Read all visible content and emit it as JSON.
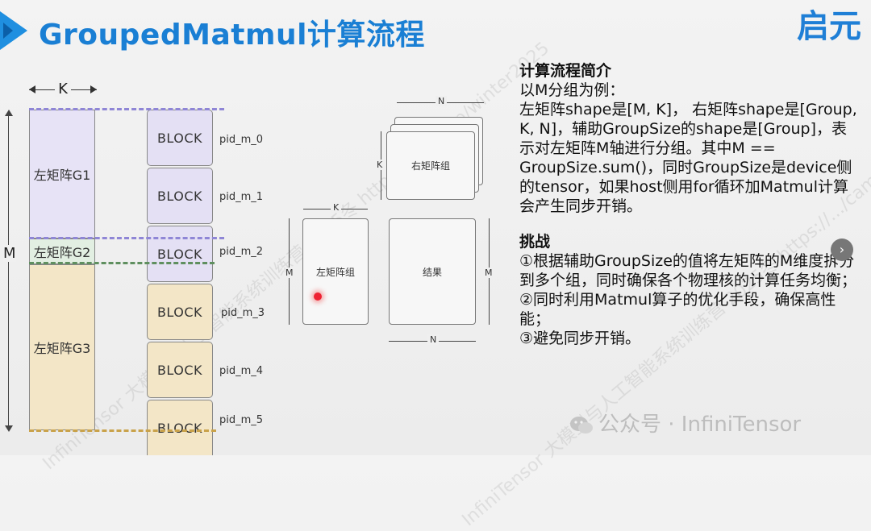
{
  "title": "GroupedMatmul计算流程",
  "logo": "启元",
  "watermarks": [
    "InfiniTensor 大模型与人工智能系统训练营 2025冬 https://.../camp/winter2025"
  ],
  "left_diagram": {
    "k_label": "K",
    "m_label": "M",
    "groups": [
      {
        "label": "左矩阵G1",
        "color": "#e7e3f6"
      },
      {
        "label": "左矩阵G2",
        "color": "#e2efe2"
      },
      {
        "label": "左矩阵G3",
        "color": "#f3e6c7"
      }
    ],
    "blocks": [
      {
        "label": "BLOCK",
        "pid": "pid_m_0",
        "color": "#e4e0f4"
      },
      {
        "label": "BLOCK",
        "pid": "pid_m_1",
        "color": "#e4e0f4"
      },
      {
        "label": "BLOCK",
        "pid": "pid_m_2",
        "color": "#e4e0f4"
      },
      {
        "label": "BLOCK",
        "pid": "pid_m_3",
        "color": "#f3e6c7"
      },
      {
        "label": "BLOCK",
        "pid": "pid_m_4",
        "color": "#f3e6c7"
      },
      {
        "label": "BLOCK",
        "pid": "pid_m_5",
        "color": "#f3e6c7"
      }
    ],
    "dash_colors": {
      "purple": "#8f86d6",
      "green": "#5f8f5f",
      "gold": "#c9a24a"
    }
  },
  "mid_diagram": {
    "n_top": "N",
    "k_right": "K",
    "right_matrix": "右矩阵组",
    "k_left": "K",
    "m_left": "M",
    "left_matrix": "左矩阵组",
    "result": "结果",
    "m_right": "M",
    "n_bottom": "N"
  },
  "intro": {
    "title": "计算流程简介",
    "lines": [
      "以M分组为例：",
      "左矩阵shape是[M, K]， 右矩阵shape是[Group, K, N]，辅助GroupSize的shape是[Group]，表示对左矩阵M轴进行分组。其中M == GroupSize.sum()，同时GroupSize是device侧的tensor，如果host侧用for循环加Matmul计算会产生同步开销。"
    ]
  },
  "challenge": {
    "title": "挑战",
    "items": [
      "①根据辅助GroupSize的值将左矩阵的M维度拆分到多个组，同时确保各个物理核的计算任务均衡；",
      "②同时利用Matmul算子的优化手段，确保高性能；",
      "③避免同步开销。"
    ]
  },
  "nav_next": "›",
  "wechat_credit": "公众号 · InfiniTensor"
}
